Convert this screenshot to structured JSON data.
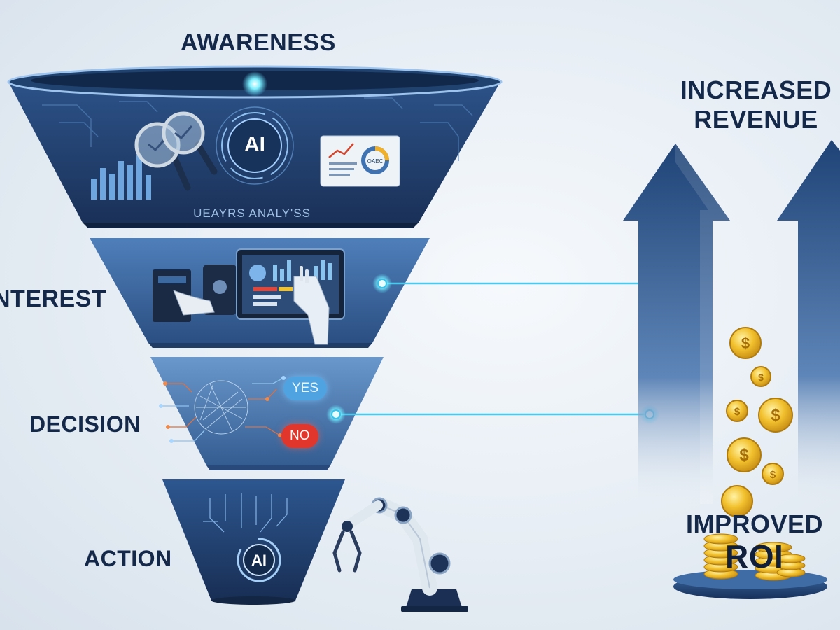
{
  "stages": {
    "awareness": "AWARENESS",
    "interest": "NTEREST",
    "decision": "DECISION",
    "action": "ACTION"
  },
  "awareness_tier": {
    "ai_label": "AI",
    "caption": "UEAYRS ANALY'SS",
    "dashboard_label": "OAEC"
  },
  "decision_tier": {
    "yes_label": "YES",
    "no_label": "NO"
  },
  "action_tier": {
    "ai_label": "AI"
  },
  "outcomes": {
    "revenue": "INCREASED REVENUE",
    "improved": "IMPROVED",
    "roi": "ROI"
  },
  "coin_symbol": "$",
  "colors": {
    "funnel_dark": "#1e3a66",
    "funnel_mid": "#2f5a8e",
    "funnel_light": "#5d8cc4",
    "glow": "#5fe3ff",
    "text_dark": "#14284a",
    "coin_gold": "#f2c12e"
  }
}
